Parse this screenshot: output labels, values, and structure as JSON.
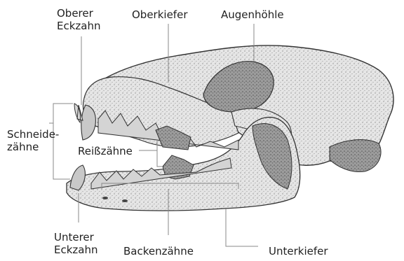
{
  "labels": {
    "oberer_eckzahn": [
      "Oberer",
      "Eckzahn"
    ],
    "oberkiefer": "Oberkiefer",
    "augenhoehle": "Augenhöhle",
    "schneidezaehne": [
      "Schneide-",
      "zähne"
    ],
    "reisszaehne": "Reißzähne",
    "unterer_eckzahn": [
      "Unterer",
      "Eckzahn"
    ],
    "backenzaehne": "Backenzähne",
    "unterkiefer": "Unterkiefer"
  }
}
